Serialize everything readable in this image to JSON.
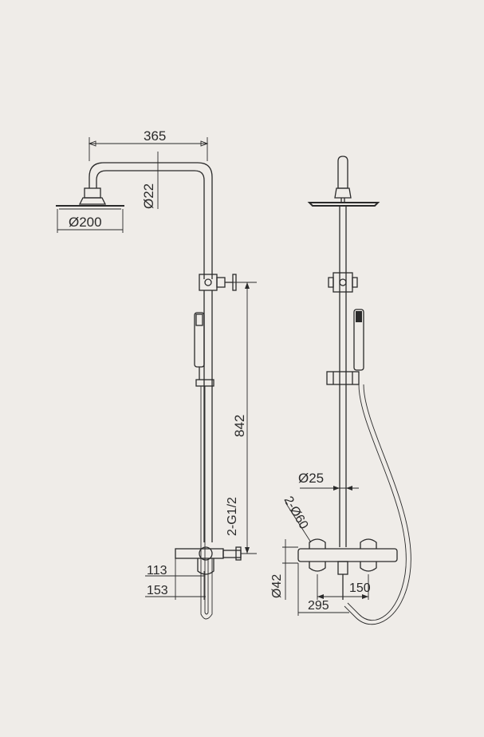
{
  "dimensions": {
    "arm_length": "365",
    "arm_diameter": "Ø22",
    "head_diameter": "Ø200",
    "bracket_height": "842",
    "connection": "2-G1/2",
    "offset_1": "113",
    "offset_2": "153",
    "rail_diameter": "Ø25",
    "inlet_diameter": "2-Ø60",
    "valve_diameter": "Ø42",
    "valve_width": "295",
    "inlet_spacing": "150"
  },
  "colors": {
    "line": "#2a2a2a",
    "paper": "#efece8"
  }
}
